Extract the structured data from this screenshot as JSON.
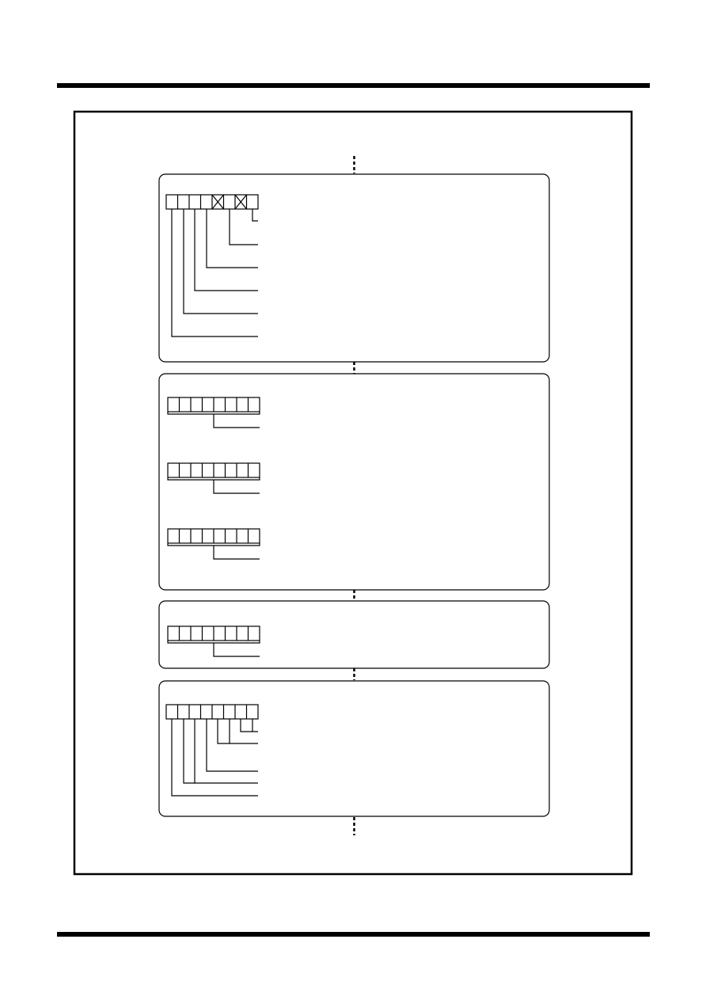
{
  "colors": {
    "ink": "#000000",
    "paper": "#ffffff"
  },
  "diagram": {
    "panels": [
      {
        "id": "panel-1",
        "register_cells": 8,
        "crossed_cells": [
          4,
          6
        ],
        "leader_lines": 6
      },
      {
        "id": "panel-2",
        "registers": 3,
        "register_cells": 8
      },
      {
        "id": "panel-3",
        "registers": 1,
        "register_cells": 8
      },
      {
        "id": "panel-4",
        "register_cells": 8,
        "leader_lines": 6
      }
    ],
    "connectors": 5
  }
}
